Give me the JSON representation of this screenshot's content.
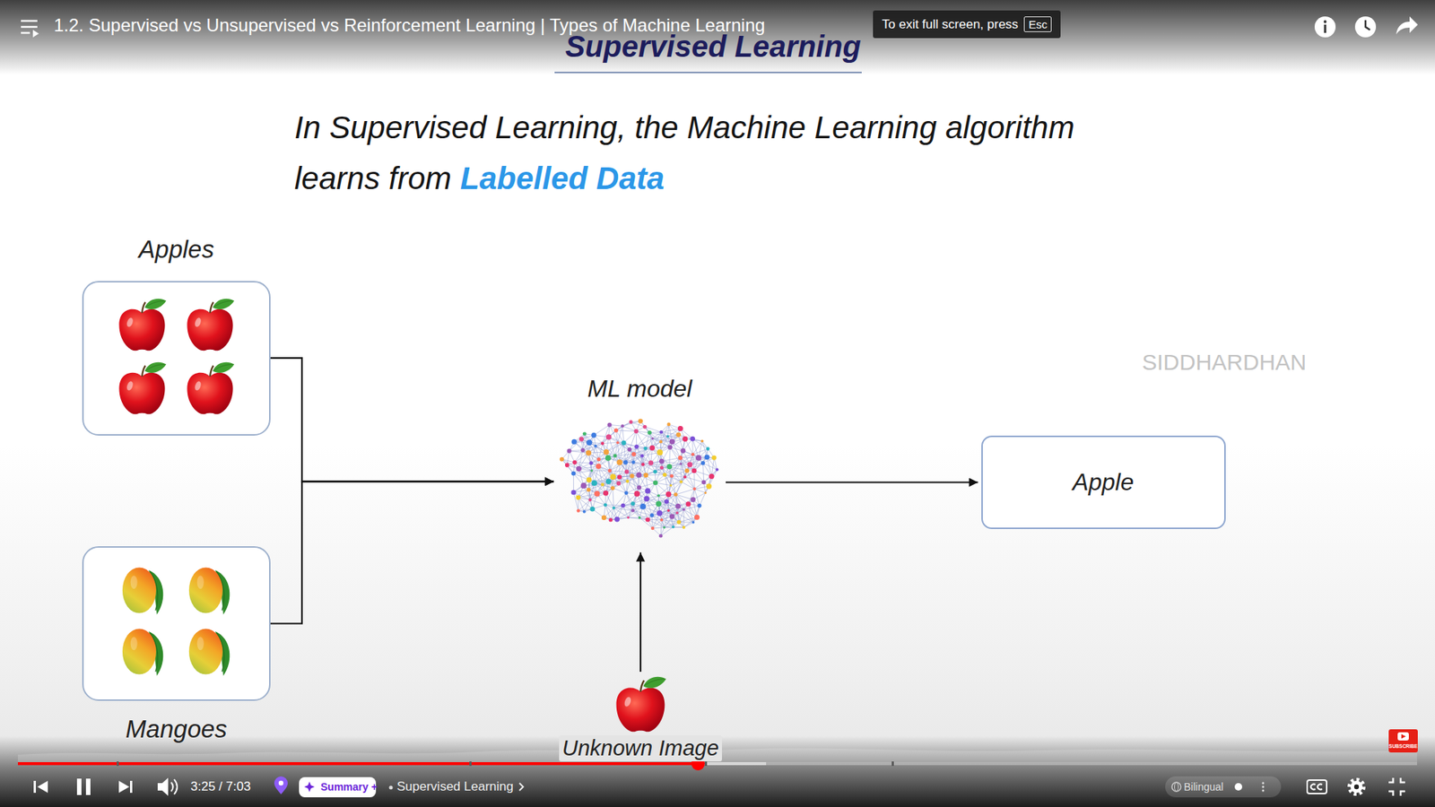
{
  "diagram": {
    "title": "Supervised Learning",
    "nodes": [
      {
        "text": [
          "Apples"
        ]
      },
      {
        "text": [
          "ML model"
        ]
      },
      {
        "text": [
          "Apple"
        ]
      },
      {
        "text": [
          "Mangoes"
        ]
      },
      {
        "text": [
          "Unknown Image"
        ]
      }
    ],
    "edges": [
      {
        "from": 0,
        "to": 1,
        "arrow": "to"
      },
      {
        "from": 3,
        "to": 1,
        "arrow": "to"
      },
      {
        "from": 1,
        "to": 2,
        "arrow": "to"
      },
      {
        "from": 4,
        "to": 1,
        "arrow": "to"
      }
    ],
    "labels": [
      "1.2. Supervised vs Unsupervised vs Reinforcement Learning | Types of Machine Learning",
      "To exit full screen, press",
      "Esc",
      "In Supervised Learning, the Machine Learning algorithm learns from",
      "Labelled Data",
      "SIDDHARDHAN",
      "3:25 / 7:03",
      "Summary +",
      "Supervised Learning",
      "Bilingual",
      "SUBSCRIBE"
    ]
  }
}
